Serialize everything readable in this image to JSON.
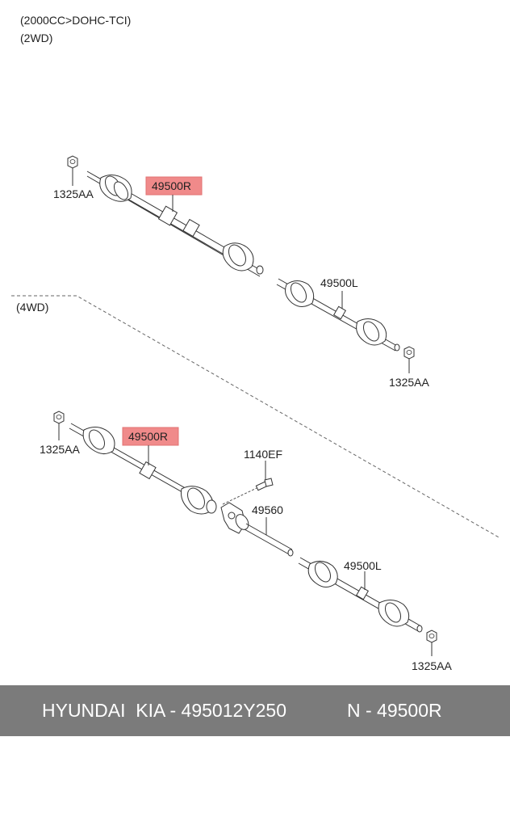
{
  "header": {
    "engine": "(2000CC>DOHC-TCI)",
    "drive_2wd": "(2WD)",
    "drive_4wd": "(4WD)"
  },
  "callouts_2wd": {
    "nut_top": "1325AA",
    "shaft_right": "49500R",
    "shaft_left": "49500L",
    "nut_bottom": "1325AA"
  },
  "callouts_4wd": {
    "nut_top": "1325AA",
    "shaft_right": "49500R",
    "bolt": "1140EF",
    "bracket_shaft": "49560",
    "shaft_left": "49500L",
    "nut_bottom": "1325AA"
  },
  "footer": {
    "brand": "HYUNDAI  KIA - 495012Y250",
    "ref": "N - 49500R",
    "background": "#7b7b7b"
  },
  "colors": {
    "highlight": "#f08a8a",
    "line": "#333333"
  }
}
